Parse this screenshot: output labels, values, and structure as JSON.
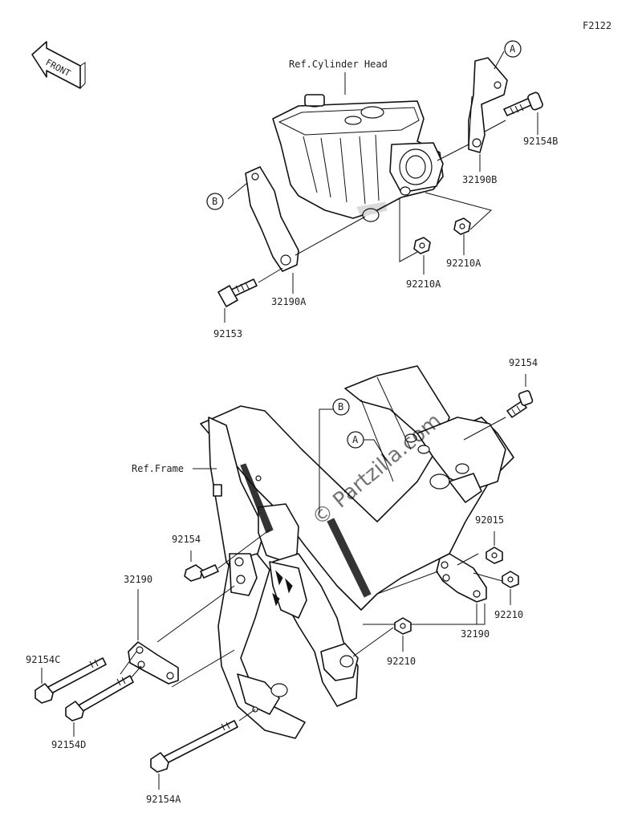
{
  "figure_code": "F2122",
  "front_arrow_label": "FRONT",
  "ref_cylinder_head": "Ref.Cylinder Head",
  "ref_frame": "Ref.Frame",
  "watermark": "© Partzilla.com",
  "callouts": {
    "a_top": "A",
    "b_top": "B",
    "a_frame": "A",
    "b_frame": "B"
  },
  "parts": {
    "p_92154B": "92154B",
    "p_32190B": "32190B",
    "p_92210A_right": "92210A",
    "p_92210A_left": "92210A",
    "p_32190A": "32190A",
    "p_92153": "92153",
    "p_92154_top": "92154",
    "p_92154_left": "92154",
    "p_32190_left": "32190",
    "p_92015": "92015",
    "p_92210_right": "92210",
    "p_32190_right": "32190",
    "p_92210_center": "92210",
    "p_92154C": "92154C",
    "p_92154D": "92154D",
    "p_92154A": "92154A"
  }
}
